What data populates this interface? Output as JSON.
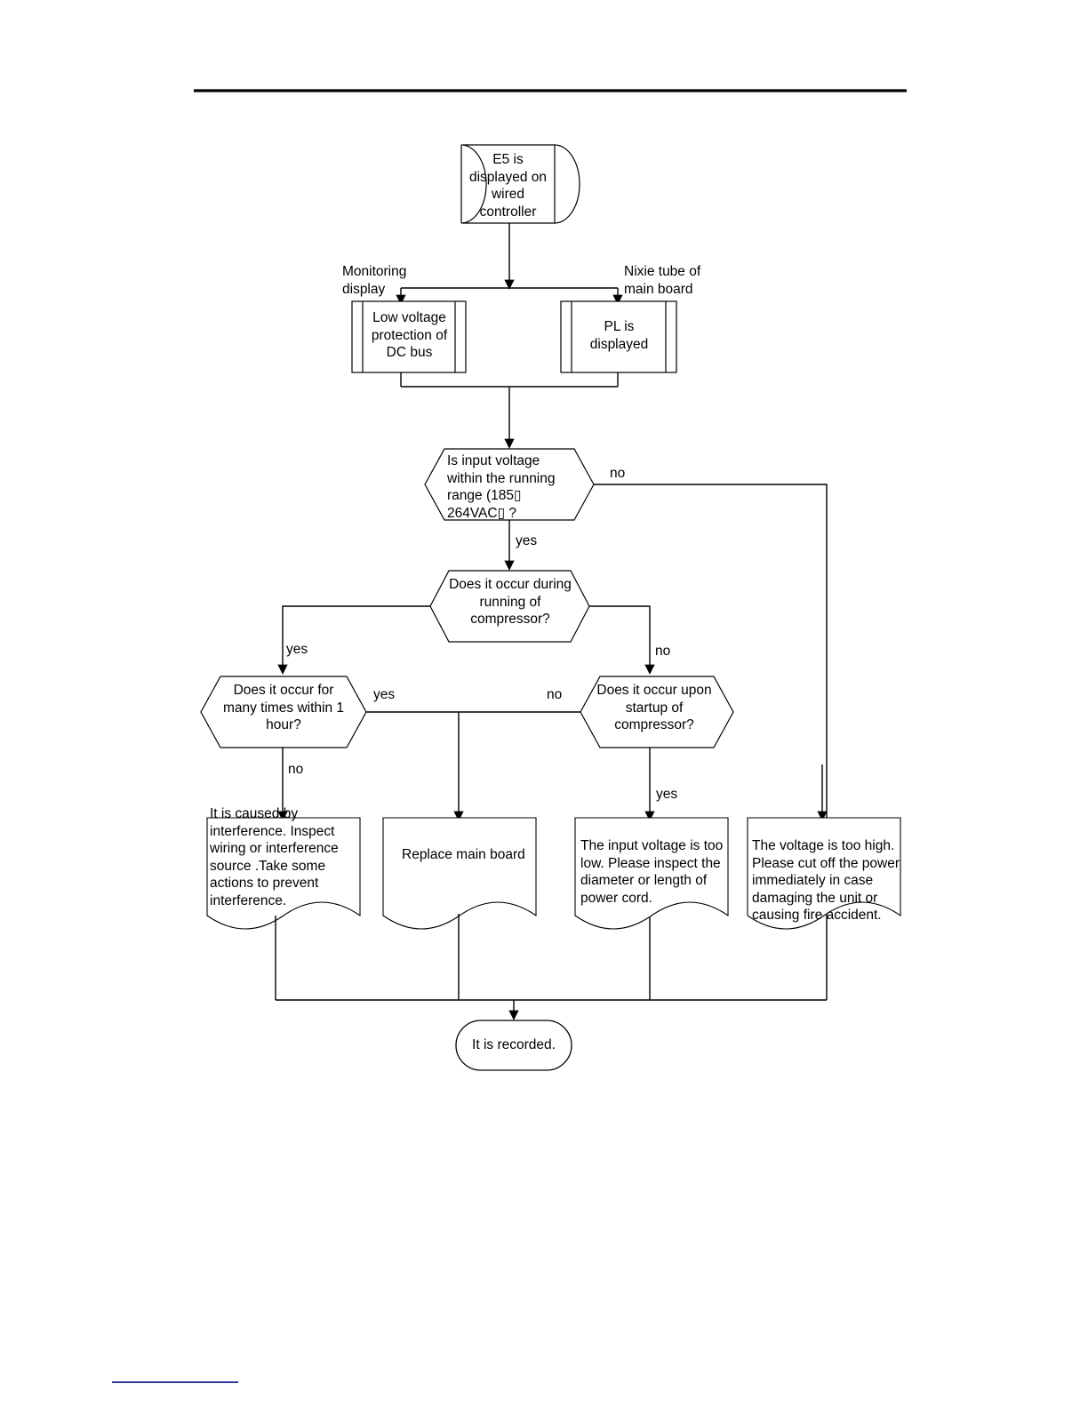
{
  "page": {
    "header_rule_color": "#000000",
    "footnote_rule_color": "#1a1a8c",
    "background": "#ffffff",
    "stroke": "#000000"
  },
  "diagram": {
    "title_shape": "flowchart",
    "nodes": [
      {
        "id": "start",
        "shape": "stored-data",
        "text": "E5 is\ndisplayed on\nwired\ncontroller"
      },
      {
        "id": "low-voltage",
        "shape": "predefined-process",
        "text": "Low voltage\nprotection of\nDC bus"
      },
      {
        "id": "pl-displayed",
        "shape": "predefined-process",
        "text": "PL is\ndisplayed"
      },
      {
        "id": "input-voltage-range",
        "shape": "hexagon",
        "text": "Is input voltage\nwithin the running\nrange (185▯\n264VAC▯  ?"
      },
      {
        "id": "during-running",
        "shape": "hexagon",
        "text": "Does it occur during\nrunning of\ncompressor?"
      },
      {
        "id": "many-times",
        "shape": "hexagon",
        "text": "Does it occur for\nmany times within 1\nhour?"
      },
      {
        "id": "upon-startup",
        "shape": "hexagon",
        "text": "Does it occur upon\nstartup of\ncompressor?"
      },
      {
        "id": "interference",
        "shape": "document",
        "text": "It is caused by\ninterference. Inspect\nwiring or interference\nsource .Take some\nactions to prevent\ninterference."
      },
      {
        "id": "replace-main-board",
        "shape": "document",
        "text": "Replace main board"
      },
      {
        "id": "voltage-too-low",
        "shape": "document",
        "text": "The input voltage is too\nlow. Please inspect the\ndiameter or length of\npower cord."
      },
      {
        "id": "voltage-too-high",
        "shape": "document",
        "text": "The voltage is too high.\nPlease cut off the power\nimmediately in case\ndamaging the unit or\ncausing fire accident."
      },
      {
        "id": "recorded",
        "shape": "terminator",
        "text": "It is recorded."
      }
    ],
    "side_notes": [
      {
        "id": "monitoring-display",
        "text": "Monitoring\n display"
      },
      {
        "id": "nixie-tube",
        "text": "Nixie tube of\n main board"
      }
    ],
    "edge_labels": [
      {
        "id": "no-input-range",
        "text": "no"
      },
      {
        "id": "yes-input-range",
        "text": "yes"
      },
      {
        "id": "yes-during-running",
        "text": "yes"
      },
      {
        "id": "no-during-running",
        "text": "no"
      },
      {
        "id": "yes-many-times",
        "text": "yes"
      },
      {
        "id": "no-many-times-right",
        "text": "no"
      },
      {
        "id": "no-many-times-down",
        "text": "no"
      },
      {
        "id": "yes-upon-startup",
        "text": "yes"
      }
    ]
  }
}
